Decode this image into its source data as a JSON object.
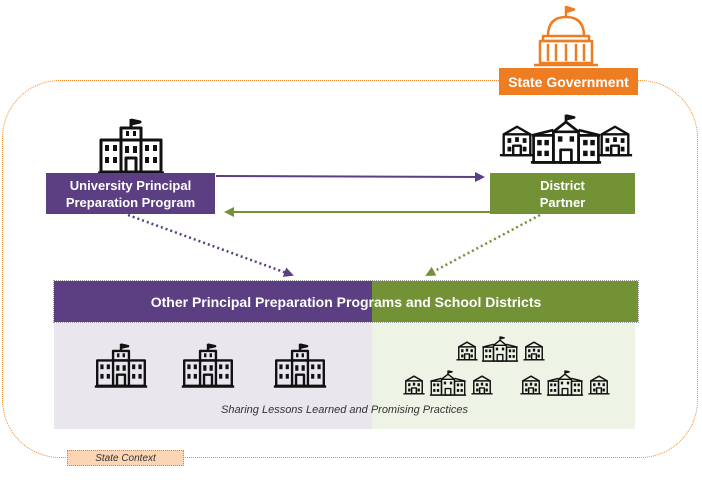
{
  "state_government": {
    "label": "State Government",
    "icon": "capitol-dome-icon",
    "color": "#ee7d22"
  },
  "university": {
    "line1": "University Principal",
    "line2": "Preparation Program",
    "icon": "university-building-icon",
    "color": "#5b3f82"
  },
  "district": {
    "line1": "District",
    "line2": "Partner",
    "icon": "school-district-icon",
    "color": "#739135"
  },
  "network": {
    "title": "Other Principal Preparation Programs and School Districts"
  },
  "caption": "Sharing Lessons Learned and Promising Practices",
  "state_context": "State Context"
}
